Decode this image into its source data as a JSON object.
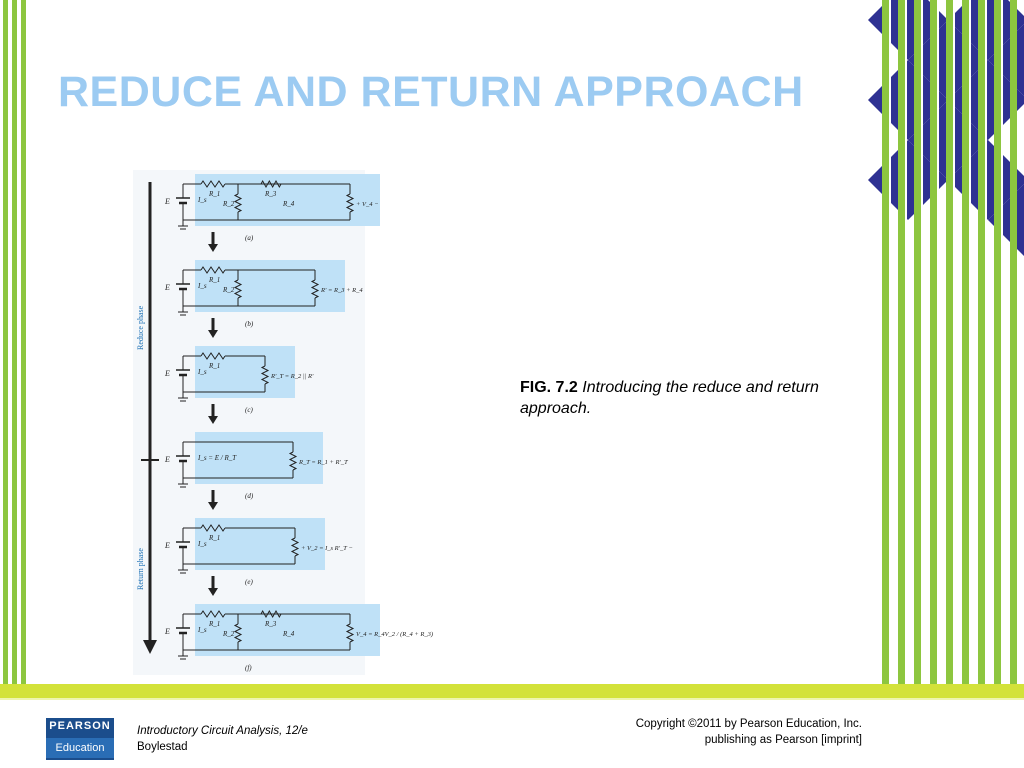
{
  "slide": {
    "title": "REDUCE AND RETURN APPROACH"
  },
  "figure": {
    "caption_num": "FIG. 7.2",
    "caption_text": "Introducing the reduce and return approach.",
    "phase_labels": [
      "Reduce phase",
      "Return phase"
    ],
    "stages": [
      {
        "label": "(a)",
        "E": "E",
        "Is": "I_s",
        "R1": "R_1",
        "R2": "R_2",
        "R3": "R_3",
        "R4": "R_4",
        "right_label": "+ V_4 −"
      },
      {
        "label": "(b)",
        "E": "E",
        "Is": "I_s",
        "R1": "R_1",
        "R2": "R_2",
        "right_label": "R' = R_3 + R_4"
      },
      {
        "label": "(c)",
        "E": "E",
        "Is": "I_s",
        "R1": "R_1",
        "right_label": "R'_T = R_2 || R'"
      },
      {
        "label": "(d)",
        "E": "E",
        "Is": "I_s = E / R_T",
        "right_label": "R_T = R_1 + R'_T"
      },
      {
        "label": "(e)",
        "E": "E",
        "Is": "I_s",
        "R1": "R_1",
        "right_label": "+ V_2 = I_s R'_T −"
      },
      {
        "label": "(f)",
        "E": "E",
        "Is": "I_s",
        "R1": "R_1",
        "R2": "R_2",
        "R3": "R_3",
        "R4": "R_4",
        "right_label": "V_4 = R_4V_2 / (R_4 + R_3)"
      }
    ]
  },
  "footer": {
    "logo_top": "PEARSON",
    "logo_bottom": "Education",
    "book_title": "Introductory Circuit Analysis, 12/e",
    "author": "Boylestad",
    "copyright_line1": "Copyright ©2011 by Pearson Education, Inc.",
    "copyright_line2": "publishing as Pearson [imprint]"
  },
  "colors": {
    "title": "#9ccbf2",
    "stripe_green": "#8dc63f",
    "diamond_navy": "#2e3192",
    "footer_band": "#d3e23a",
    "figure_highlight": "#bfe1f7"
  }
}
